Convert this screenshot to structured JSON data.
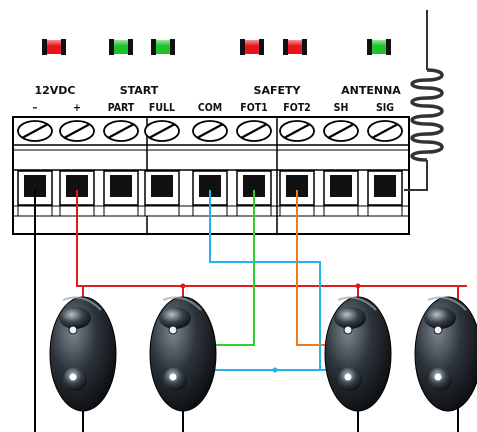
{
  "groups": [
    {
      "label": "12VDC"
    },
    {
      "label": "START"
    },
    {
      "label": "SAFETY"
    },
    {
      "label": "ANTENNA"
    }
  ],
  "terminals": [
    {
      "id": "minus",
      "label": "–"
    },
    {
      "id": "plus",
      "label": "+"
    },
    {
      "id": "part",
      "label": "PART"
    },
    {
      "id": "full",
      "label": "FULL"
    },
    {
      "id": "com",
      "label": "COM"
    },
    {
      "id": "fot1",
      "label": "FOT1"
    },
    {
      "id": "fot2",
      "label": "FOT2"
    },
    {
      "id": "sh",
      "label": "SH"
    },
    {
      "id": "sig",
      "label": "SIG"
    }
  ],
  "leds": [
    {
      "id": "led-power",
      "color": "#e8141c"
    },
    {
      "id": "led-part",
      "color": "#1fc22a"
    },
    {
      "id": "led-full",
      "color": "#1fc22a"
    },
    {
      "id": "led-fot1",
      "color": "#e8141c"
    },
    {
      "id": "led-fot2",
      "color": "#e8141c"
    },
    {
      "id": "led-antenna",
      "color": "#1fc22a"
    }
  ],
  "wire_colors": {
    "power_negative": "#000000",
    "power_positive": "#e01b1b",
    "common": "#23b5ea",
    "fot1": "#2fd12f",
    "fot2": "#f07a1a"
  },
  "devices": [
    {
      "id": "photocell-1",
      "icon": "photocell-sensor"
    },
    {
      "id": "photocell-2",
      "icon": "photocell-sensor"
    },
    {
      "id": "photocell-3",
      "icon": "photocell-sensor"
    },
    {
      "id": "photocell-4",
      "icon": "photocell-sensor"
    }
  ]
}
